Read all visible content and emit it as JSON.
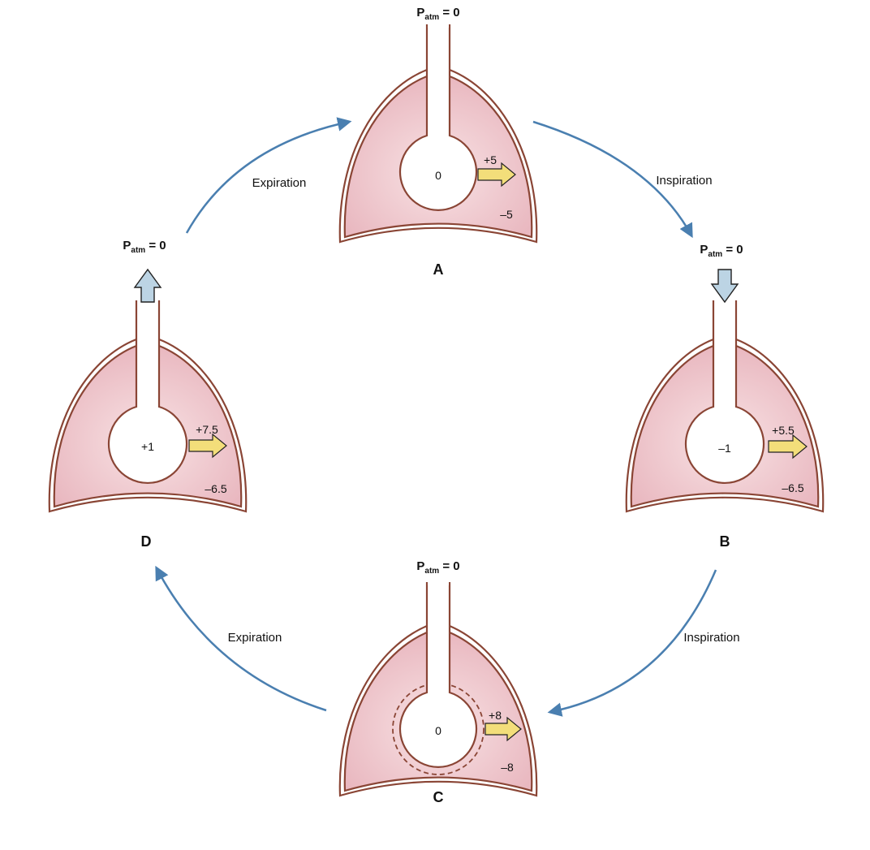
{
  "colors": {
    "lung_fill": "#edc1c8",
    "lung_outline": "#8a4535",
    "cycle_arrow": "#4a7fb0",
    "pressure_arrow": "#f3de7a",
    "airflow_arrow": "#bcd4e4"
  },
  "patm": {
    "main": "P",
    "sub": "atm",
    "rest": " = 0"
  },
  "panels": {
    "A": {
      "letter": "A",
      "alveolar": "0",
      "transpulmonary": "+5",
      "pleural": "–5",
      "airflow": "none"
    },
    "B": {
      "letter": "B",
      "alveolar": "–1",
      "transpulmonary": "+5.5",
      "pleural": "–6.5",
      "airflow": "inward"
    },
    "C": {
      "letter": "C",
      "alveolar": "0",
      "transpulmonary": "+8",
      "pleural": "–8",
      "airflow": "none",
      "previous_volume_outline": "dashed"
    },
    "D": {
      "letter": "D",
      "alveolar": "+1",
      "transpulmonary": "+7.5",
      "pleural": "–6.5",
      "airflow": "outward"
    }
  },
  "cycle": {
    "a_to_b": "Inspiration",
    "b_to_c": "Inspiration",
    "c_to_d": "Expiration",
    "d_to_a": "Expiration"
  }
}
